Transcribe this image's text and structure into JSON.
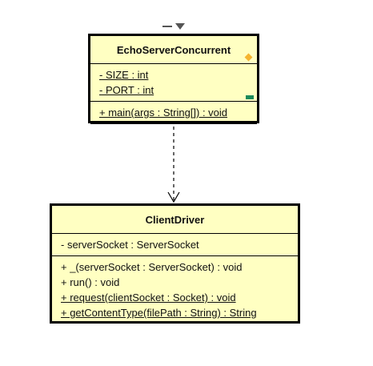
{
  "diagram": {
    "classes": [
      {
        "name": "EchoServerConcurrent",
        "attributes": [
          "- SIZE : int",
          "- PORT : int"
        ],
        "operations": [
          "+ main(args : String[]) : void"
        ]
      },
      {
        "name": "ClientDriver",
        "attributes": [
          "- serverSocket : ServerSocket"
        ],
        "operations": [
          "+ _(serverSocket : ServerSocket) : void",
          "+ run() : void",
          "+ request(clientSocket : Socket) : void",
          "+ getContentType(filePath : String) : String"
        ]
      }
    ],
    "relationships": [
      {
        "type": "dependency",
        "from": "EchoServerConcurrent",
        "to": "ClientDriver"
      }
    ],
    "colors": {
      "class_fill": "#ffffc2",
      "border": "#000000",
      "diamond_accent": "#f5b430",
      "rect_accent": "#1a8a5a",
      "toolbar_glyph": "#555555"
    },
    "icons": [
      "dropdown-arrow-icon",
      "aggregation-diamond-icon",
      "connection-handle-icon"
    ]
  }
}
